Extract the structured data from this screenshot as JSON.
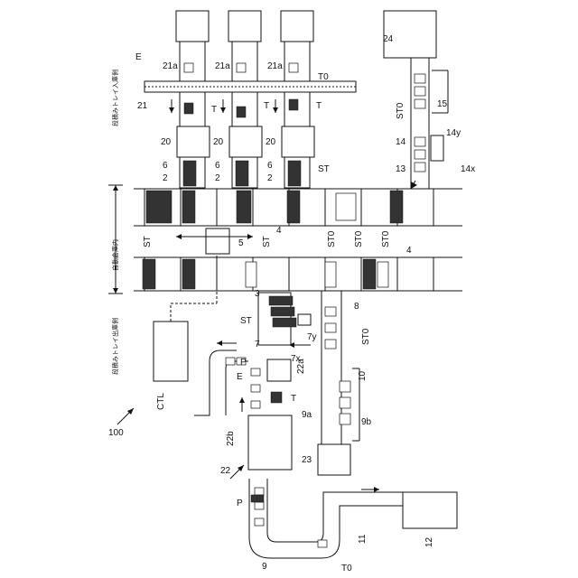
{
  "labels": {
    "system": "100",
    "ctl": "CTL",
    "E_top": "E",
    "E_left": "E",
    "s21": "21",
    "s21a_1": "21a",
    "s21a_2": "21a",
    "s21a_3": "21a",
    "T0_top": "T0",
    "T_1": "T",
    "T_2": "T",
    "T_3": "T",
    "T_left": "T",
    "s20_1": "20",
    "s20_2": "20",
    "s20_3": "20",
    "s6_1": "6",
    "s6_2": "6",
    "s6_3": "6",
    "s2_1": "2",
    "s2_2": "2",
    "s2_3": "2",
    "ST_top": "ST",
    "ST_1": "ST",
    "ST_2": "ST",
    "ST_left": "ST",
    "ST0_1": "ST0",
    "ST0_2": "ST0",
    "ST0_3": "ST0",
    "ST0_4": "ST0",
    "ST0_5": "ST0",
    "s4_1": "4",
    "s4_2": "4",
    "s5": "5",
    "s24": "24",
    "s15": "15",
    "s14": "14",
    "s14y": "14y",
    "s14x": "14x",
    "s13": "13",
    "s3": "3",
    "s8": "8",
    "s7": "7",
    "s7x": "7x",
    "s7y": "7y",
    "s22a": "22a",
    "s22b": "22b",
    "s22": "22",
    "s23": "23",
    "s9a": "9a",
    "s9b": "9b",
    "s9": "9",
    "s10": "10",
    "s11": "11",
    "s12": "12",
    "P_1": "P",
    "P_2": "P",
    "T0_bottom": "T0"
  },
  "side_texts": {
    "inbound": "段積みトレイ入庫側",
    "warehouse": "自動倉庫内",
    "outbound": "段積みトレイ出庫側"
  }
}
